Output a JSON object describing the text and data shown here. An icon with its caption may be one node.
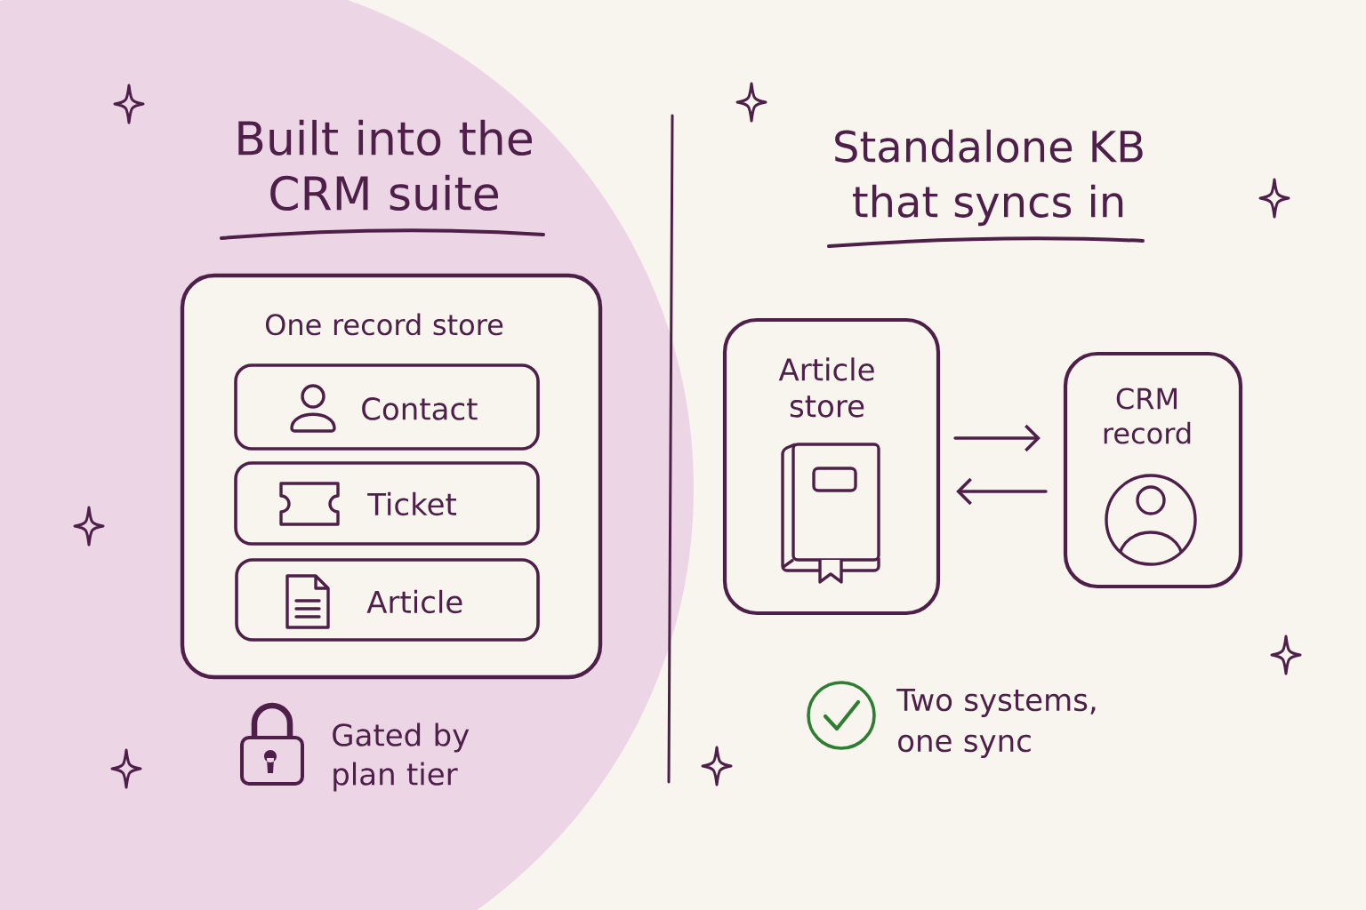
{
  "diagram": {
    "nodes": [
      {
        "text": [
          "One record store"
        ]
      },
      {
        "text": [
          "Contact"
        ],
        "in": 0
      },
      {
        "text": [
          "Ticket"
        ],
        "in": 0
      },
      {
        "text": [
          "Article"
        ],
        "in": 0
      },
      {
        "text": [
          "Article store"
        ]
      },
      {
        "text": [
          "CRM record"
        ]
      }
    ],
    "edges": [
      {
        "from": 4,
        "to": 5,
        "arrow": "to"
      },
      {
        "from": 5,
        "to": 4,
        "arrow": "to"
      }
    ],
    "labels": [
      "Built into the CRM suite",
      "Standalone KB that syncs in",
      "Gated by plan tier",
      "Two systems, one sync"
    ]
  }
}
